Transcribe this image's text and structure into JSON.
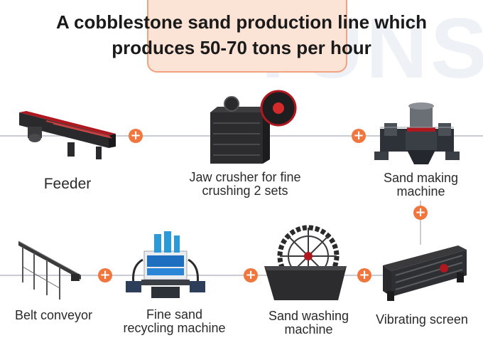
{
  "watermark": "TUNS",
  "title": {
    "line1": "A  cobblestone sand production line which",
    "line2": "produces 50-70 tons per hour"
  },
  "colors": {
    "accent": "#f0763e",
    "title_box_fill": "#fbe3d6",
    "title_box_border": "#f2a27e",
    "connector_line": "#c9ccd2"
  },
  "connector_icon": "plus-icon",
  "machines": {
    "feeder": {
      "label": "Feeder"
    },
    "jaw_crusher": {
      "line1": "Jaw crusher for  fine",
      "line2": "crushing  2 sets"
    },
    "sand_making": {
      "line1": "Sand making",
      "line2": "machine"
    },
    "belt_conveyor": {
      "label": "Belt conveyor"
    },
    "fine_sand_recycling": {
      "line1": "Fine sand",
      "line2": "recycling machine"
    },
    "sand_washing": {
      "line1": "Sand washing",
      "line2": "machine"
    },
    "vibrating_screen": {
      "label": "Vibrating screen"
    }
  }
}
